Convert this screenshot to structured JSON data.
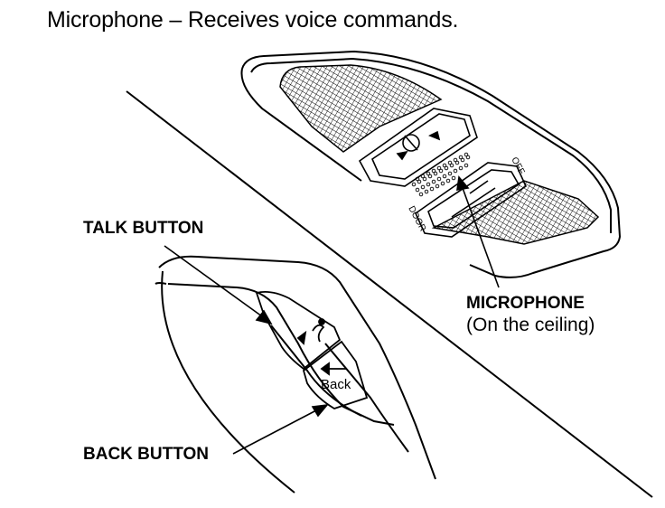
{
  "caption": "Microphone – Receives voice commands.",
  "labels": {
    "talk_button": "TALK BUTTON",
    "back_button": "BACK BUTTON",
    "microphone": "MICROPHONE",
    "microphone_location": "(On the ceiling)"
  },
  "console": {
    "off": "OFF",
    "door": "DOOR"
  },
  "steering_button": {
    "back": "Back"
  }
}
